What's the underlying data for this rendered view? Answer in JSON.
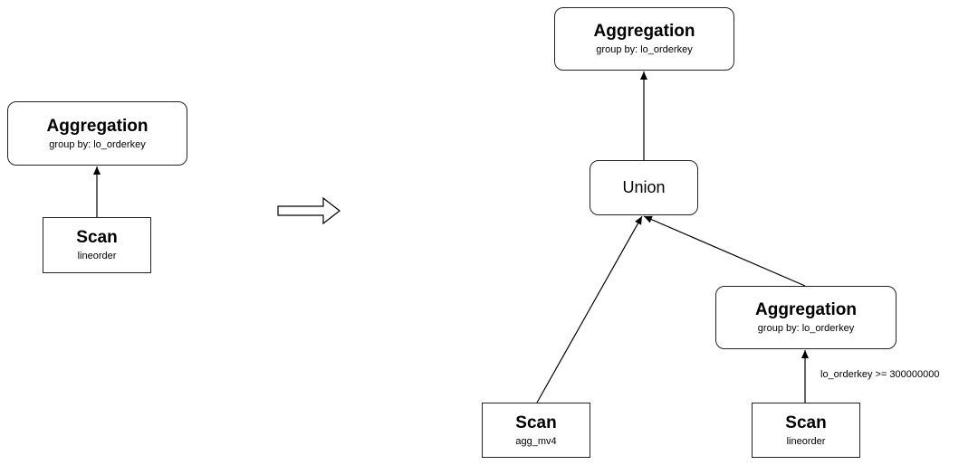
{
  "left_plan": {
    "aggregation": {
      "title": "Aggregation",
      "detail": "group by: lo_orderkey"
    },
    "scan": {
      "title": "Scan",
      "detail": "lineorder"
    }
  },
  "right_plan": {
    "top_aggregation": {
      "title": "Aggregation",
      "detail": "group by: lo_orderkey"
    },
    "union": {
      "title": "Union"
    },
    "mid_aggregation": {
      "title": "Aggregation",
      "detail": "group by: lo_orderkey"
    },
    "scan_mv": {
      "title": "Scan",
      "detail": "agg_mv4"
    },
    "scan_lineorder": {
      "title": "Scan",
      "detail": "lineorder"
    },
    "filter_label": "lo_orderkey >= 300000000"
  }
}
